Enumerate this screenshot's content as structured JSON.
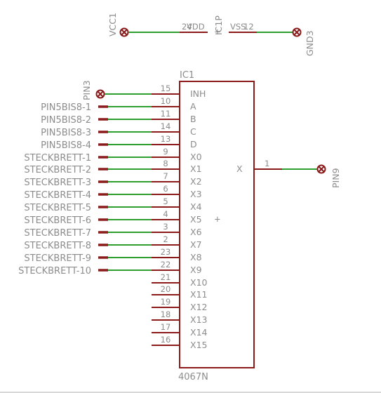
{
  "colors": {
    "part": "#8b1a1a",
    "net": "#2e9e2e",
    "text": "#8c8c8c",
    "background": "#ffffff"
  },
  "supply": {
    "ic_power_name": "IC1P",
    "vcc": {
      "name": "VCC1",
      "pin_label": "VDD",
      "pin_number": "24"
    },
    "gnd": {
      "name": "GND3",
      "pin_label": "VSS",
      "pin_number": "12"
    }
  },
  "ic": {
    "name": "IC1",
    "value": "4067N",
    "left_pins": [
      {
        "label": "INH",
        "number": "15",
        "net": "PIN3"
      },
      {
        "label": "A",
        "number": "10",
        "net": "PIN5BIS8-1"
      },
      {
        "label": "B",
        "number": "11",
        "net": "PIN5BIS8-2"
      },
      {
        "label": "C",
        "number": "14",
        "net": "PIN5BIS8-3"
      },
      {
        "label": "D",
        "number": "13",
        "net": "PIN5BIS8-4"
      },
      {
        "label": "X0",
        "number": "9",
        "net": "STECKBRETT-1"
      },
      {
        "label": "X1",
        "number": "8",
        "net": "STECKBRETT-2"
      },
      {
        "label": "X2",
        "number": "7",
        "net": "STECKBRETT-3"
      },
      {
        "label": "X3",
        "number": "6",
        "net": "STECKBRETT-4"
      },
      {
        "label": "X4",
        "number": "5",
        "net": "STECKBRETT-5"
      },
      {
        "label": "X5",
        "number": "4",
        "net": "STECKBRETT-6"
      },
      {
        "label": "X6",
        "number": "3",
        "net": "STECKBRETT-7"
      },
      {
        "label": "X7",
        "number": "2",
        "net": "STECKBRETT-8"
      },
      {
        "label": "X8",
        "number": "23",
        "net": "STECKBRETT-9"
      },
      {
        "label": "X9",
        "number": "22",
        "net": "STECKBRETT-10"
      },
      {
        "label": "X10",
        "number": "21",
        "net": ""
      },
      {
        "label": "X11",
        "number": "20",
        "net": ""
      },
      {
        "label": "X12",
        "number": "19",
        "net": ""
      },
      {
        "label": "X13",
        "number": "18",
        "net": ""
      },
      {
        "label": "X14",
        "number": "17",
        "net": ""
      },
      {
        "label": "X15",
        "number": "16",
        "net": ""
      }
    ],
    "right_pin": {
      "label": "X",
      "number": "1",
      "net": "PIN9"
    }
  }
}
